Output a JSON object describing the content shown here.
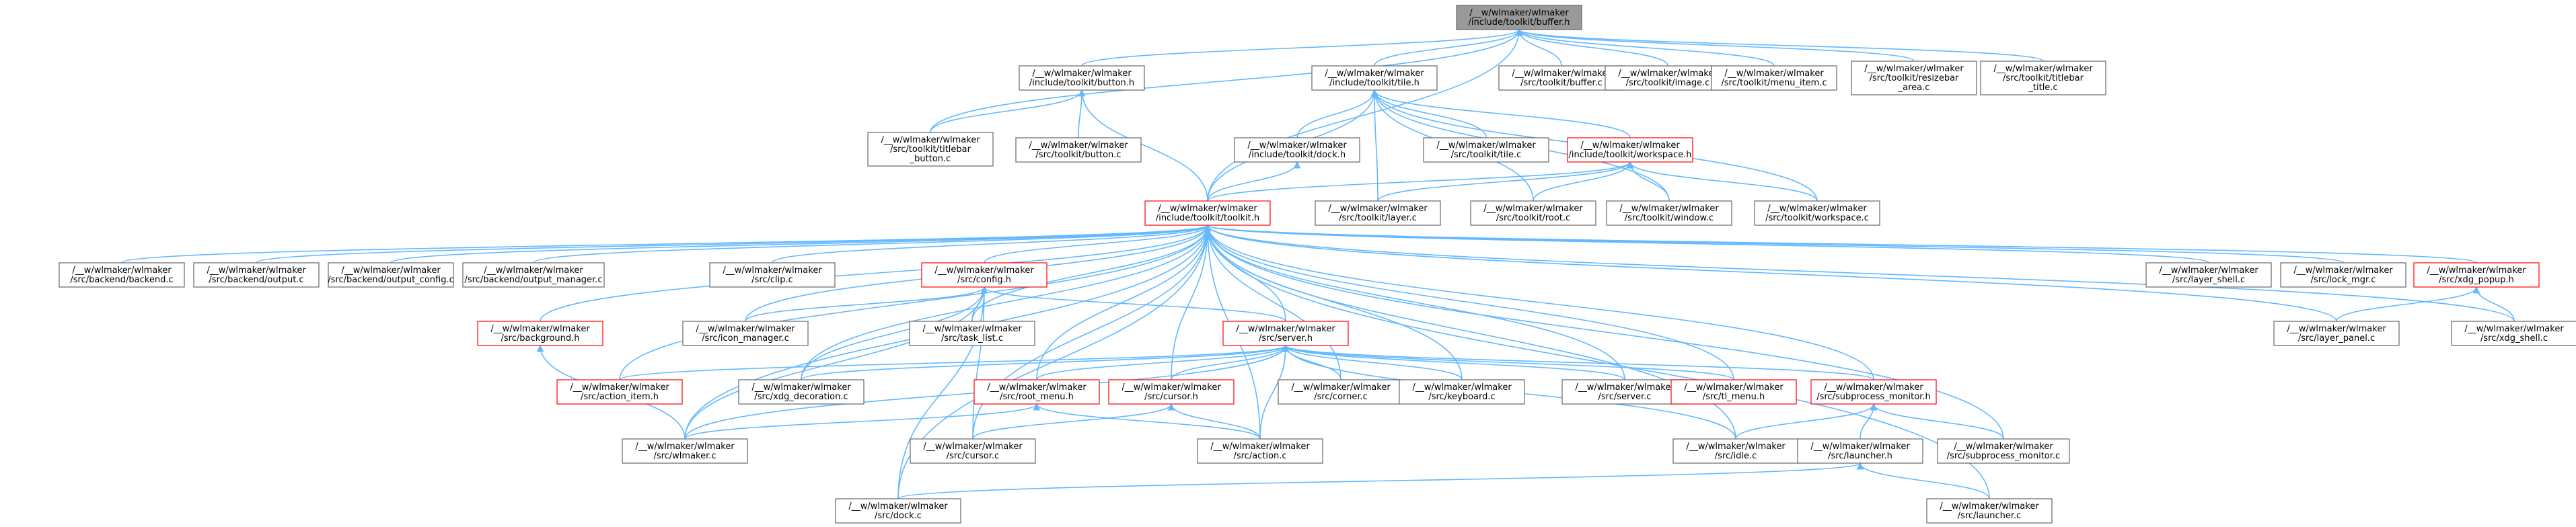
{
  "diagram": {
    "nodes": [
      {
        "id": "buffer_h",
        "lines": [
          "/__w/wlmaker/wlmaker",
          "/include/toolkit/buffer.h"
        ],
        "style": "root"
      },
      {
        "id": "button_h",
        "lines": [
          "/__w/wlmaker/wlmaker",
          "/include/toolkit/button.h"
        ],
        "style": "normal"
      },
      {
        "id": "tile_h",
        "lines": [
          "/__w/wlmaker/wlmaker",
          "/include/toolkit/tile.h"
        ],
        "style": "normal"
      },
      {
        "id": "buffer_c",
        "lines": [
          "/__w/wlmaker/wlmaker",
          "/src/toolkit/buffer.c"
        ],
        "style": "normal"
      },
      {
        "id": "image_c",
        "lines": [
          "/__w/wlmaker/wlmaker",
          "/src/toolkit/image.c"
        ],
        "style": "normal"
      },
      {
        "id": "menu_item_c",
        "lines": [
          "/__w/wlmaker/wlmaker",
          "/src/toolkit/menu_item.c"
        ],
        "style": "normal"
      },
      {
        "id": "resizebar_area_c",
        "lines": [
          "/__w/wlmaker/wlmaker",
          "/src/toolkit/resizebar",
          "_area.c"
        ],
        "style": "normal"
      },
      {
        "id": "titlebar_title_c",
        "lines": [
          "/__w/wlmaker/wlmaker",
          "/src/toolkit/titlebar",
          "_title.c"
        ],
        "style": "normal"
      },
      {
        "id": "titlebar_button_c",
        "lines": [
          "/__w/wlmaker/wlmaker",
          "/src/toolkit/titlebar",
          "_button.c"
        ],
        "style": "normal"
      },
      {
        "id": "button_c",
        "lines": [
          "/__w/wlmaker/wlmaker",
          "/src/toolkit/button.c"
        ],
        "style": "normal"
      },
      {
        "id": "dock_h",
        "lines": [
          "/__w/wlmaker/wlmaker",
          "/include/toolkit/dock.h"
        ],
        "style": "normal"
      },
      {
        "id": "tile_c",
        "lines": [
          "/__w/wlmaker/wlmaker",
          "/src/toolkit/tile.c"
        ],
        "style": "normal"
      },
      {
        "id": "workspace_h",
        "lines": [
          "/__w/wlmaker/wlmaker",
          "/include/toolkit/workspace.h"
        ],
        "style": "red"
      },
      {
        "id": "toolkit_h",
        "lines": [
          "/__w/wlmaker/wlmaker",
          "/include/toolkit/toolkit.h"
        ],
        "style": "red"
      },
      {
        "id": "layer_c",
        "lines": [
          "/__w/wlmaker/wlmaker",
          "/src/toolkit/layer.c"
        ],
        "style": "normal"
      },
      {
        "id": "root_c",
        "lines": [
          "/__w/wlmaker/wlmaker",
          "/src/toolkit/root.c"
        ],
        "style": "normal"
      },
      {
        "id": "window_c",
        "lines": [
          "/__w/wlmaker/wlmaker",
          "/src/toolkit/window.c"
        ],
        "style": "normal"
      },
      {
        "id": "workspace_c",
        "lines": [
          "/__w/wlmaker/wlmaker",
          "/src/toolkit/workspace.c"
        ],
        "style": "normal"
      },
      {
        "id": "backend_c",
        "lines": [
          "/__w/wlmaker/wlmaker",
          "/src/backend/backend.c"
        ],
        "style": "normal"
      },
      {
        "id": "output_c",
        "lines": [
          "/__w/wlmaker/wlmaker",
          "/src/backend/output.c"
        ],
        "style": "normal"
      },
      {
        "id": "output_config_c",
        "lines": [
          "/__w/wlmaker/wlmaker",
          "/src/backend/output_config.c"
        ],
        "style": "normal"
      },
      {
        "id": "output_manager_c",
        "lines": [
          "/__w/wlmaker/wlmaker",
          "/src/backend/output_manager.c"
        ],
        "style": "normal"
      },
      {
        "id": "clip_c",
        "lines": [
          "/__w/wlmaker/wlmaker",
          "/src/clip.c"
        ],
        "style": "normal"
      },
      {
        "id": "config_h",
        "lines": [
          "/__w/wlmaker/wlmaker",
          "/src/config.h"
        ],
        "style": "red"
      },
      {
        "id": "layer_shell_c",
        "lines": [
          "/__w/wlmaker/wlmaker",
          "/src/layer_shell.c"
        ],
        "style": "normal"
      },
      {
        "id": "lock_mgr_c",
        "lines": [
          "/__w/wlmaker/wlmaker",
          "/src/lock_mgr.c"
        ],
        "style": "normal"
      },
      {
        "id": "xdg_popup_h",
        "lines": [
          "/__w/wlmaker/wlmaker",
          "/src/xdg_popup.h"
        ],
        "style": "red"
      },
      {
        "id": "background_h",
        "lines": [
          "/__w/wlmaker/wlmaker",
          "/src/background.h"
        ],
        "style": "red"
      },
      {
        "id": "icon_manager_c",
        "lines": [
          "/__w/wlmaker/wlmaker",
          "/src/icon_manager.c"
        ],
        "style": "normal"
      },
      {
        "id": "task_list_c",
        "lines": [
          "/__w/wlmaker/wlmaker",
          "/src/task_list.c"
        ],
        "style": "normal"
      },
      {
        "id": "server_h",
        "lines": [
          "/__w/wlmaker/wlmaker",
          "/src/server.h"
        ],
        "style": "red"
      },
      {
        "id": "layer_panel_c",
        "lines": [
          "/__w/wlmaker/wlmaker",
          "/src/layer_panel.c"
        ],
        "style": "normal"
      },
      {
        "id": "xdg_shell_c",
        "lines": [
          "/__w/wlmaker/wlmaker",
          "/src/xdg_shell.c"
        ],
        "style": "normal"
      },
      {
        "id": "action_item_h",
        "lines": [
          "/__w/wlmaker/wlmaker",
          "/src/action_item.h"
        ],
        "style": "red"
      },
      {
        "id": "xdg_decoration_c",
        "lines": [
          "/__w/wlmaker/wlmaker",
          "/src/xdg_decoration.c"
        ],
        "style": "normal"
      },
      {
        "id": "root_menu_h",
        "lines": [
          "/__w/wlmaker/wlmaker",
          "/src/root_menu.h"
        ],
        "style": "red"
      },
      {
        "id": "cursor_h",
        "lines": [
          "/__w/wlmaker/wlmaker",
          "/src/cursor.h"
        ],
        "style": "red"
      },
      {
        "id": "corner_c",
        "lines": [
          "/__w/wlmaker/wlmaker",
          "/src/corner.c"
        ],
        "style": "normal"
      },
      {
        "id": "keyboard_c",
        "lines": [
          "/__w/wlmaker/wlmaker",
          "/src/keyboard.c"
        ],
        "style": "normal"
      },
      {
        "id": "server_c",
        "lines": [
          "/__w/wlmaker/wlmaker",
          "/src/server.c"
        ],
        "style": "normal"
      },
      {
        "id": "tl_menu_h",
        "lines": [
          "/__w/wlmaker/wlmaker",
          "/src/tl_menu.h"
        ],
        "style": "red"
      },
      {
        "id": "subprocess_monitor_h",
        "lines": [
          "/__w/wlmaker/wlmaker",
          "/src/subprocess_monitor.h"
        ],
        "style": "red"
      },
      {
        "id": "wlmaker_c",
        "lines": [
          "/__w/wlmaker/wlmaker",
          "/src/wlmaker.c"
        ],
        "style": "normal"
      },
      {
        "id": "cursor_c",
        "lines": [
          "/__w/wlmaker/wlmaker",
          "/src/cursor.c"
        ],
        "style": "normal"
      },
      {
        "id": "action_c",
        "lines": [
          "/__w/wlmaker/wlmaker",
          "/src/action.c"
        ],
        "style": "normal"
      },
      {
        "id": "idle_c",
        "lines": [
          "/__w/wlmaker/wlmaker",
          "/src/idle.c"
        ],
        "style": "normal"
      },
      {
        "id": "launcher_h",
        "lines": [
          "/__w/wlmaker/wlmaker",
          "/src/launcher.h"
        ],
        "style": "normal"
      },
      {
        "id": "subprocess_monitor_c",
        "lines": [
          "/__w/wlmaker/wlmaker",
          "/src/subprocess_monitor.c"
        ],
        "style": "normal"
      },
      {
        "id": "dock_c",
        "lines": [
          "/__w/wlmaker/wlmaker",
          "/src/dock.c"
        ],
        "style": "normal"
      },
      {
        "id": "launcher_c",
        "lines": [
          "/__w/wlmaker/wlmaker",
          "/src/launcher.c"
        ],
        "style": "normal"
      }
    ],
    "edges": [
      [
        "buffer_h",
        "button_h"
      ],
      [
        "buffer_h",
        "tile_h"
      ],
      [
        "buffer_h",
        "buffer_c"
      ],
      [
        "buffer_h",
        "image_c"
      ],
      [
        "buffer_h",
        "menu_item_c"
      ],
      [
        "buffer_h",
        "resizebar_area_c"
      ],
      [
        "buffer_h",
        "titlebar_title_c"
      ],
      [
        "buffer_h",
        "titlebar_button_c"
      ],
      [
        "buffer_h",
        "toolkit_h"
      ],
      [
        "button_h",
        "titlebar_button_c"
      ],
      [
        "button_h",
        "button_c"
      ],
      [
        "button_h",
        "toolkit_h"
      ],
      [
        "tile_h",
        "dock_h"
      ],
      [
        "tile_h",
        "tile_c"
      ],
      [
        "tile_h",
        "workspace_h"
      ],
      [
        "tile_h",
        "toolkit_h"
      ],
      [
        "tile_h",
        "layer_c"
      ],
      [
        "tile_h",
        "root_c"
      ],
      [
        "tile_h",
        "window_c"
      ],
      [
        "tile_h",
        "workspace_c"
      ],
      [
        "dock_h",
        "toolkit_h"
      ],
      [
        "workspace_h",
        "toolkit_h"
      ],
      [
        "workspace_h",
        "layer_c"
      ],
      [
        "workspace_h",
        "root_c"
      ],
      [
        "workspace_h",
        "window_c"
      ],
      [
        "workspace_h",
        "workspace_c"
      ],
      [
        "toolkit_h",
        "backend_c"
      ],
      [
        "toolkit_h",
        "output_c"
      ],
      [
        "toolkit_h",
        "output_config_c"
      ],
      [
        "toolkit_h",
        "output_manager_c"
      ],
      [
        "toolkit_h",
        "background_h"
      ],
      [
        "toolkit_h",
        "clip_c"
      ],
      [
        "toolkit_h",
        "config_h"
      ],
      [
        "toolkit_h",
        "icon_manager_c"
      ],
      [
        "toolkit_h",
        "task_list_c"
      ],
      [
        "toolkit_h",
        "server_h"
      ],
      [
        "toolkit_h",
        "layer_shell_c"
      ],
      [
        "toolkit_h",
        "lock_mgr_c"
      ],
      [
        "toolkit_h",
        "xdg_popup_h"
      ],
      [
        "toolkit_h",
        "xdg_shell_c"
      ],
      [
        "toolkit_h",
        "layer_panel_c"
      ],
      [
        "toolkit_h",
        "action_item_h"
      ],
      [
        "toolkit_h",
        "xdg_decoration_c"
      ],
      [
        "toolkit_h",
        "root_menu_h"
      ],
      [
        "toolkit_h",
        "cursor_h"
      ],
      [
        "toolkit_h",
        "corner_c"
      ],
      [
        "toolkit_h",
        "keyboard_c"
      ],
      [
        "toolkit_h",
        "server_c"
      ],
      [
        "toolkit_h",
        "tl_menu_h"
      ],
      [
        "toolkit_h",
        "subprocess_monitor_h"
      ],
      [
        "toolkit_h",
        "wlmaker_c"
      ],
      [
        "toolkit_h",
        "cursor_c"
      ],
      [
        "toolkit_h",
        "action_c"
      ],
      [
        "toolkit_h",
        "idle_c"
      ],
      [
        "toolkit_h",
        "subprocess_monitor_c"
      ],
      [
        "toolkit_h",
        "dock_c"
      ],
      [
        "toolkit_h",
        "launcher_c"
      ],
      [
        "config_h",
        "icon_manager_c"
      ],
      [
        "config_h",
        "task_list_c"
      ],
      [
        "config_h",
        "server_h"
      ],
      [
        "config_h",
        "xdg_decoration_c"
      ],
      [
        "config_h",
        "wlmaker_c"
      ],
      [
        "config_h",
        "cursor_c"
      ],
      [
        "config_h",
        "dock_c"
      ],
      [
        "xdg_popup_h",
        "layer_panel_c"
      ],
      [
        "xdg_popup_h",
        "xdg_shell_c"
      ],
      [
        "background_h",
        "wlmaker_c"
      ],
      [
        "server_h",
        "action_item_h"
      ],
      [
        "server_h",
        "xdg_decoration_c"
      ],
      [
        "server_h",
        "root_menu_h"
      ],
      [
        "server_h",
        "cursor_h"
      ],
      [
        "server_h",
        "corner_c"
      ],
      [
        "server_h",
        "keyboard_c"
      ],
      [
        "server_h",
        "server_c"
      ],
      [
        "server_h",
        "tl_menu_h"
      ],
      [
        "server_h",
        "subprocess_monitor_h"
      ],
      [
        "server_h",
        "wlmaker_c"
      ],
      [
        "server_h",
        "action_c"
      ],
      [
        "server_h",
        "idle_c"
      ],
      [
        "root_menu_h",
        "wlmaker_c"
      ],
      [
        "root_menu_h",
        "action_c"
      ],
      [
        "cursor_h",
        "cursor_c"
      ],
      [
        "cursor_h",
        "action_c"
      ],
      [
        "subprocess_monitor_h",
        "idle_c"
      ],
      [
        "subprocess_monitor_h",
        "launcher_h"
      ],
      [
        "subprocess_monitor_h",
        "subprocess_monitor_c"
      ],
      [
        "launcher_h",
        "dock_c"
      ],
      [
        "launcher_h",
        "launcher_c"
      ]
    ]
  }
}
